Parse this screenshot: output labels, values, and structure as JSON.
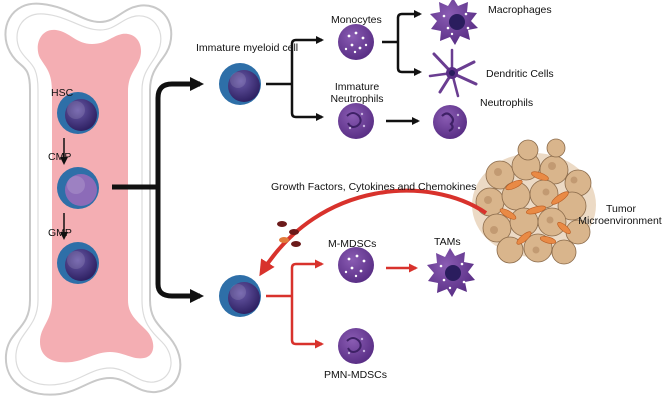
{
  "labels": {
    "hsc": "HSC",
    "cmp": "CMP",
    "gmp": "GMP",
    "immature_myeloid": "Immature myeloid cell",
    "monocytes": "Monocytes",
    "macrophages": "Macrophages",
    "dendritic_cells": "Dendritic Cells",
    "immature_neutrophils_1": "Immature",
    "immature_neutrophils_2": "Neutrophils",
    "neutrophils": "Neutrophils",
    "growth_factors": "Growth Factors, Cytokines and Chemokines",
    "tumor_1": "Tumor",
    "tumor_2": "Microenvironment",
    "m_mdscs": "M-MDSCs",
    "tams": "TAMs",
    "pmn_mdscs": "PMN-MDSCs"
  },
  "colors": {
    "bone_outline": "#c9c9c9",
    "marrow": "#f4aeb3",
    "stem_cell_blue": "#2e6fa8",
    "myeloid_purple": "#6a3d91",
    "black_arrow": "#111111",
    "red_arrow": "#d8322c",
    "tumor_tan": "#d9b58c",
    "tumor_orange": "#e98a45"
  }
}
